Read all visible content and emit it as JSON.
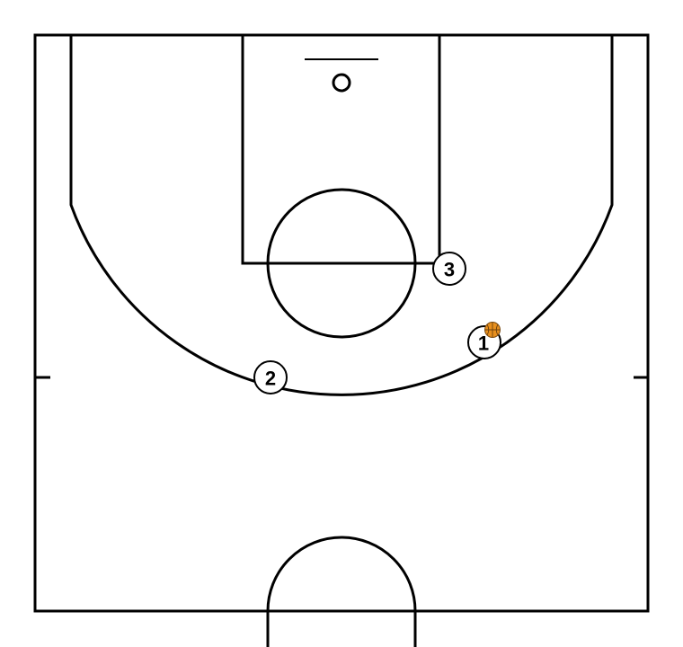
{
  "diagram": {
    "type": "basketball-half-court-play",
    "colors": {
      "lines": "#000000",
      "background": "#ffffff",
      "player_fill": "#ffffff",
      "ball": "#e8901e"
    },
    "players": [
      {
        "id": "player-1",
        "label": "1",
        "has_ball": true
      },
      {
        "id": "player-2",
        "label": "2",
        "has_ball": false
      },
      {
        "id": "player-3",
        "label": "3",
        "has_ball": false
      }
    ],
    "ball_icon": "basketball-icon"
  }
}
